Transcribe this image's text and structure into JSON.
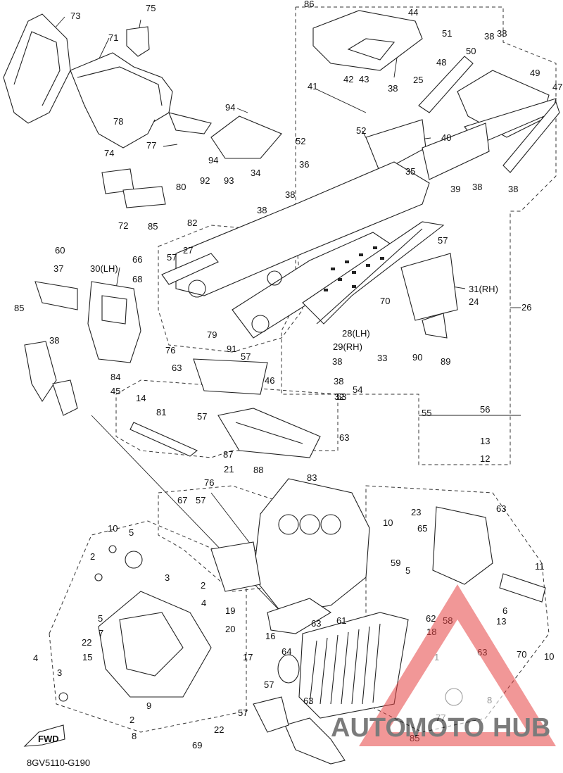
{
  "diagram": {
    "code": "8GV5110-G190",
    "fwd_label": "FWD",
    "callouts": [
      "73",
      "75",
      "71",
      "86",
      "44",
      "51",
      "38",
      "38",
      "50",
      "48",
      "49",
      "47",
      "25",
      "94",
      "42",
      "43",
      "41",
      "38",
      "78",
      "52",
      "40",
      "77",
      "52",
      "36",
      "35",
      "74",
      "94",
      "93",
      "34",
      "80",
      "92",
      "38",
      "38",
      "39",
      "38",
      "72",
      "85",
      "82",
      "38",
      "57",
      "60",
      "37",
      "27",
      "57",
      "66",
      "68",
      "30(LH)",
      "31(RH)",
      "24",
      "26",
      "70",
      "85",
      "38",
      "28(LH)",
      "29(RH)",
      "38",
      "33",
      "32",
      "90",
      "89",
      "79",
      "91",
      "76",
      "63",
      "57",
      "84",
      "45",
      "46",
      "38",
      "54",
      "53",
      "55",
      "56",
      "13",
      "12",
      "14",
      "81",
      "57",
      "63",
      "87",
      "21",
      "88",
      "83",
      "76",
      "67",
      "57",
      "63",
      "23",
      "65",
      "10",
      "11",
      "10",
      "5",
      "2",
      "3",
      "2",
      "4",
      "19",
      "20",
      "59",
      "5",
      "6",
      "5",
      "7",
      "22",
      "15",
      "63",
      "61",
      "62",
      "58",
      "13",
      "18",
      "17",
      "16",
      "64",
      "57",
      "63",
      "70",
      "1",
      "10",
      "4",
      "3",
      "2",
      "9",
      "8",
      "22",
      "69",
      "63",
      "8",
      "77",
      "57",
      "85"
    ]
  },
  "watermark": {
    "auto": "AUTO",
    "moto": "MOTO",
    "hub": "HUB",
    "colors": {
      "triangle": "#e64343",
      "text": "#f0c44a",
      "hub_text": "#9a9a9a"
    }
  }
}
